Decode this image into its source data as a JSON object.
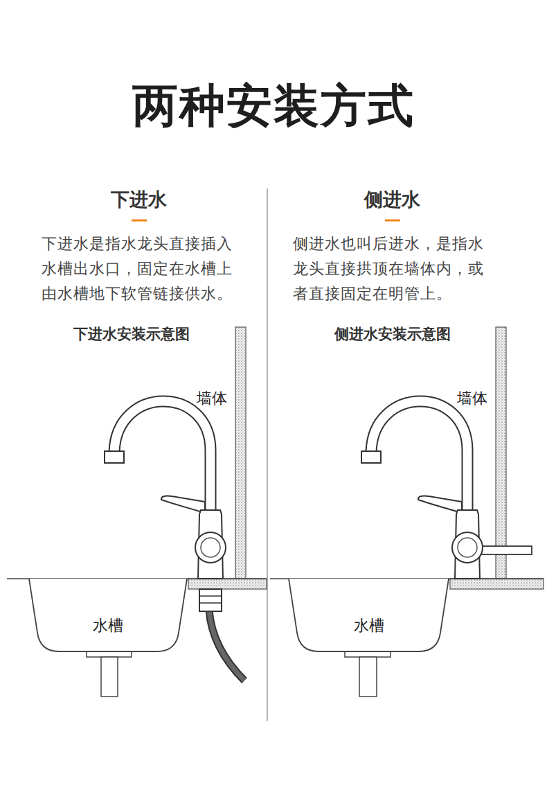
{
  "diagram": {
    "title": "两种安装方式",
    "nodes": [
      {
        "text": [
          "水槽"
        ]
      },
      {
        "text": [
          "水槽"
        ]
      }
    ],
    "labels": [
      "下进水",
      "下进水是指水龙头直接插入水槽出水口，固定在水槽上由水槽地下软管链接供水。",
      "侧进水",
      "侧进水也叫后进水，是指水龙头直接拱顶在墙体内，或者直接固定在明管上。",
      "下进水安装示意图",
      "侧进水安装示意图",
      "墙体",
      "墙体"
    ]
  }
}
